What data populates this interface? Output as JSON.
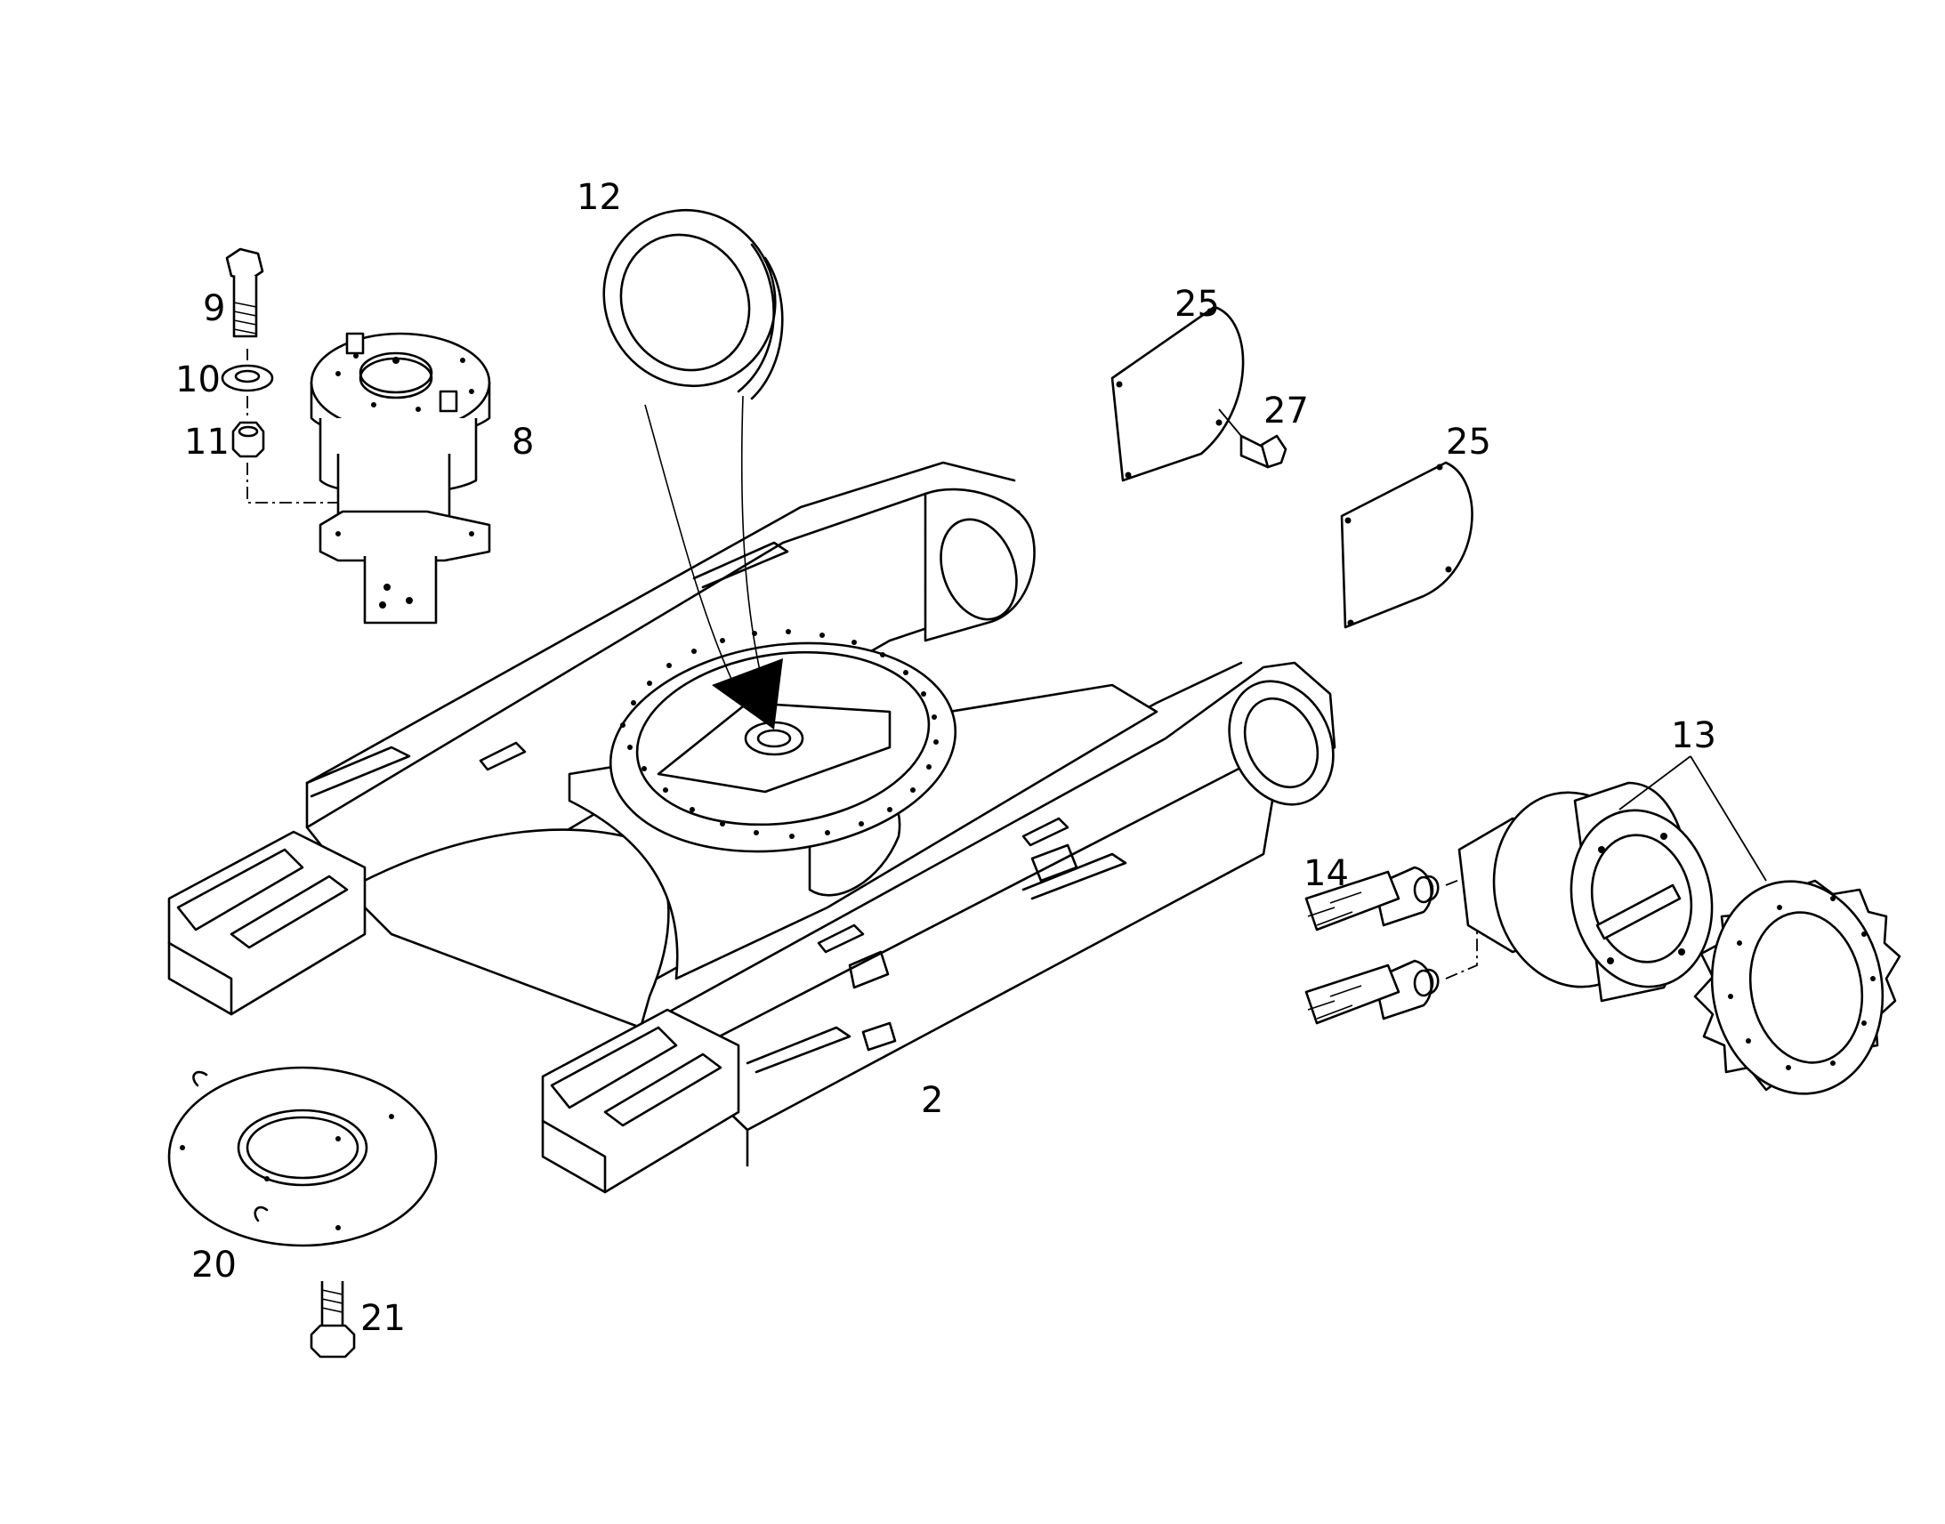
{
  "parts": [
    {
      "id": "part-2",
      "label": "2"
    },
    {
      "id": "part-8",
      "label": "8"
    },
    {
      "id": "part-9",
      "label": "9"
    },
    {
      "id": "part-10",
      "label": "10"
    },
    {
      "id": "part-11",
      "label": "11"
    },
    {
      "id": "part-12",
      "label": "12"
    },
    {
      "id": "part-13",
      "label": "13"
    },
    {
      "id": "part-14",
      "label": "14"
    },
    {
      "id": "part-20",
      "label": "20"
    },
    {
      "id": "part-21",
      "label": "21"
    },
    {
      "id": "part-25a",
      "label": "25"
    },
    {
      "id": "part-25b",
      "label": "25"
    },
    {
      "id": "part-27",
      "label": "27"
    }
  ],
  "colors": {
    "line": "#000000",
    "background": "#ffffff"
  }
}
